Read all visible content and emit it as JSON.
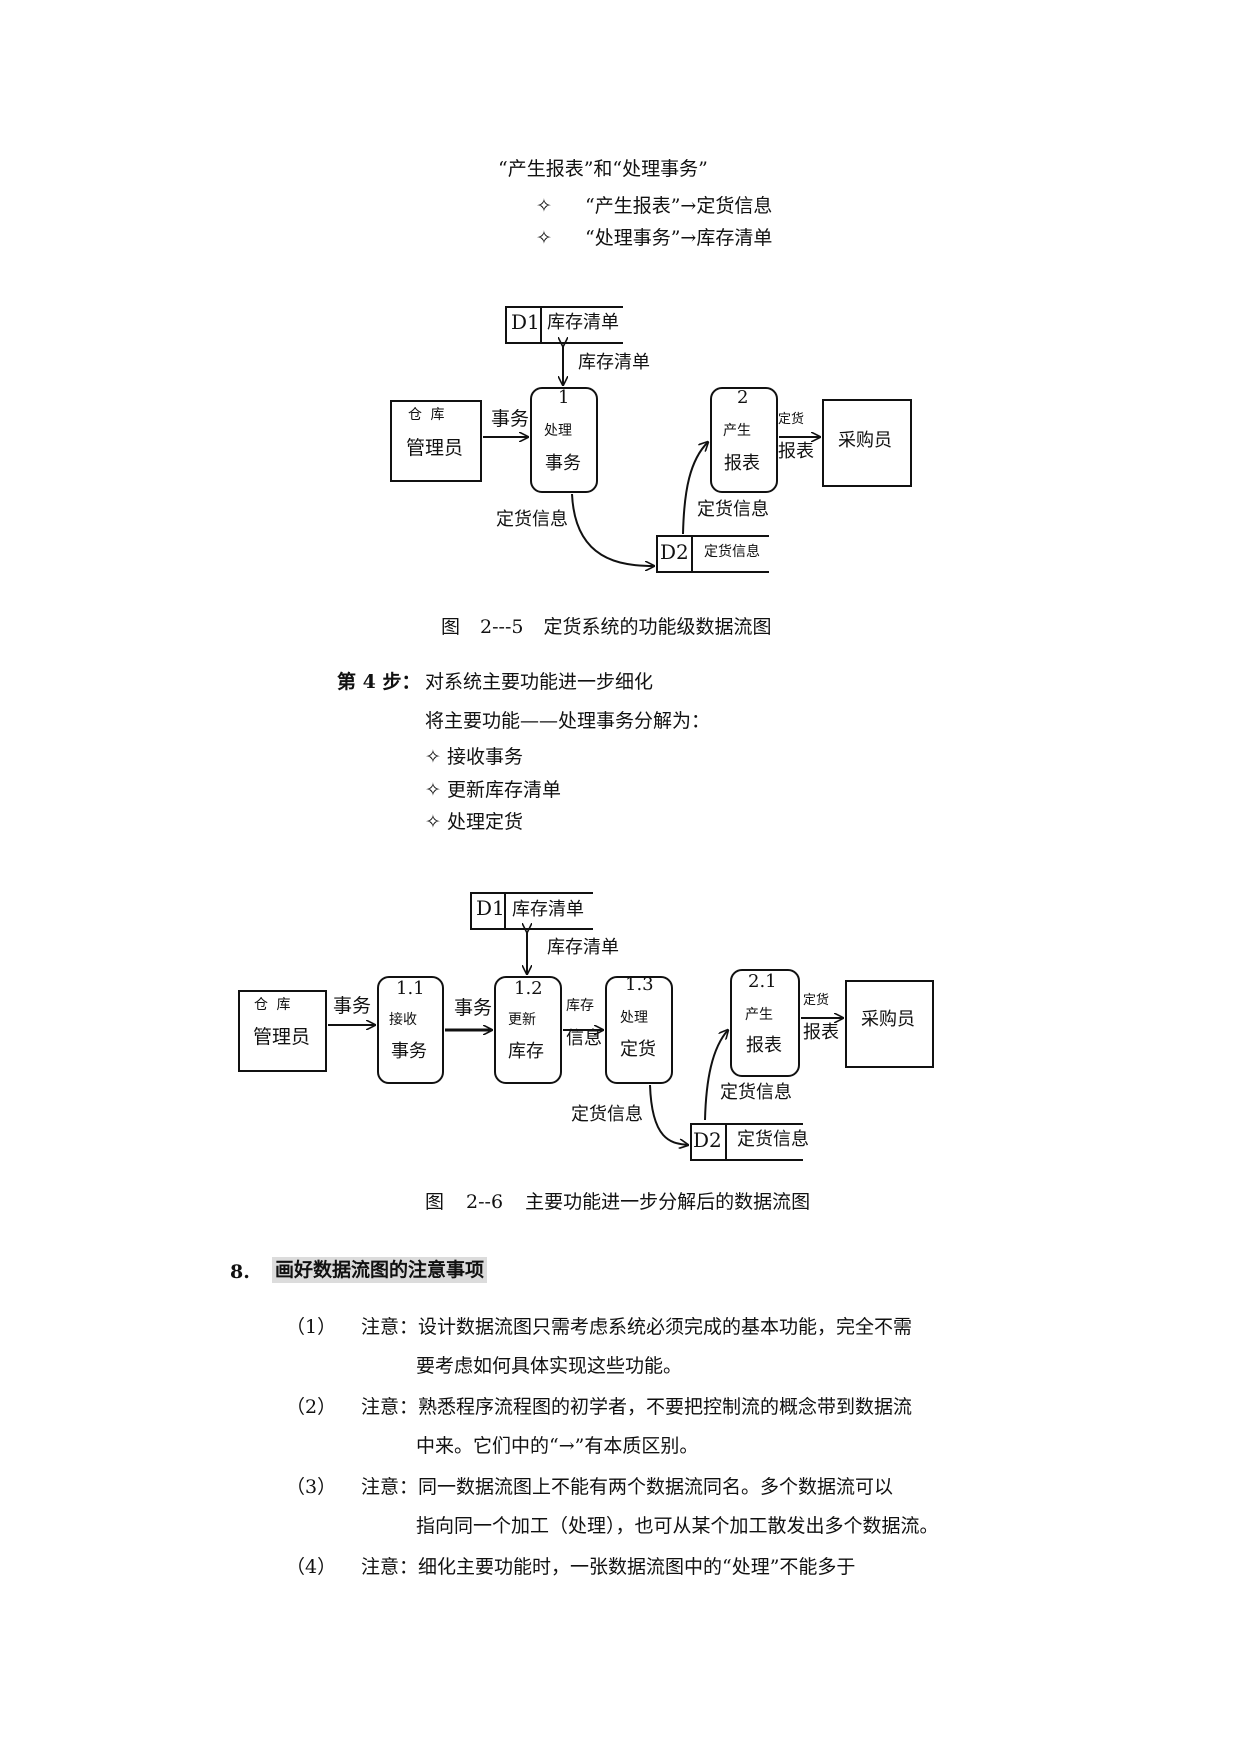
{
  "intro": {
    "line1": "“产生报表”和“处理事务”",
    "bullet_symbol": "✧",
    "item1": "“产生报表”→定货信息",
    "item2": "“处理事务”→库存清单"
  },
  "fig1": {
    "d1_id": "D1",
    "d1_name": "库存清单",
    "d1_flow": "库存清单",
    "ext1_line1": "仓 库",
    "ext1_line2": "管理员",
    "flow_shiwu": "事务",
    "p1_num": "1",
    "p1_line1": "处理",
    "p1_line2": "事务",
    "p2_num": "2",
    "p2_line1": "产生",
    "p2_line2": "报表",
    "flow_baobiao_1": "定货",
    "flow_baobiao_2": "报表",
    "ext2": "采购员",
    "flow_dinghuo_left": "定货信息",
    "flow_dinghuo_right": "定货信息",
    "d2_id": "D2",
    "d2_name": "定货信息",
    "caption": "图 2---5 定货系统的功能级数据流图"
  },
  "step4": {
    "title": "第 4 步：",
    "text": "对系统主要功能进一步细化",
    "line2": "将主要功能——处理事务分解为：",
    "bullets": [
      "✧ 接收事务",
      "✧ 更新库存清单",
      "✧ 处理定货"
    ]
  },
  "fig2": {
    "d1_id": "D1",
    "d1_name": "库存清单",
    "d1_flow": "库存清单",
    "ext1_line1": "仓 库",
    "ext1_line2": "管理员",
    "flow_shiwu_1": "事务",
    "p11_num": "1.1",
    "p11_line1": "接收",
    "p11_line2": "事务",
    "flow_shiwu_2": "事务",
    "p12_num": "1.2",
    "p12_line1": "更新",
    "p12_line2": "库存",
    "flow_kucun_1": "库存",
    "flow_kucun_2": "信息",
    "p13_num": "1.3",
    "p13_line1": "处理",
    "p13_line2": "定货",
    "p21_num": "2.1",
    "p21_line1": "产生",
    "p21_line2": "报表",
    "flow_baobiao_1": "定货",
    "flow_baobiao_2": "报表",
    "ext2": "采购员",
    "flow_dinghuo_left": "定货信息",
    "flow_dinghuo_right": "定货信息",
    "d2_id": "D2",
    "d2_name": "定货信息",
    "caption": "图 2--6 主要功能进一步分解后的数据流图"
  },
  "section8": {
    "number": "8.",
    "title": "画好数据流图的注意事项",
    "notes": [
      {
        "num": "（1）",
        "line1": "注意：设计数据流图只需考虑系统必须完成的基本功能，完全不需",
        "line2": "要考虑如何具体实现这些功能。"
      },
      {
        "num": "（2）",
        "line1": "注意：熟悉程序流程图的初学者，不要把控制流的概念带到数据流",
        "line2": "中来。它们中的“→”有本质区别。"
      },
      {
        "num": "（3）",
        "line1": "注意：同一数据流图上不能有两个数据流同名。多个数据流可以",
        "line2": "指向同一个加工（处理），也可从某个加工散发出多个数据流。"
      },
      {
        "num": "（4）",
        "line1": "注意：细化主要功能时，一张数据流图中的“处理”不能多于"
      }
    ]
  }
}
